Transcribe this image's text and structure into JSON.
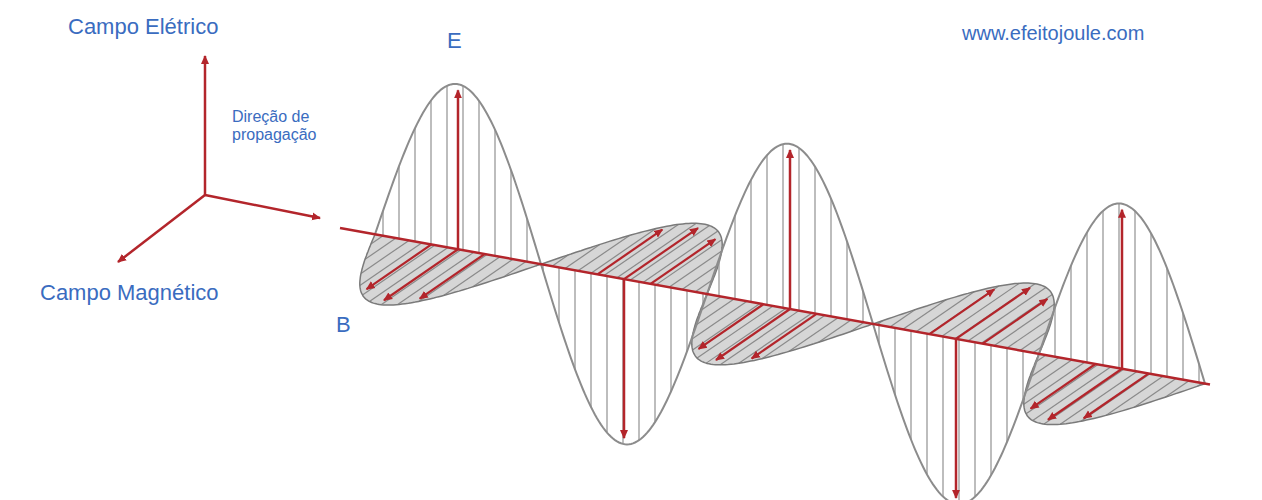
{
  "diagram": {
    "labels": [
      "Campo Elétrico",
      "www.efeitojoule.com",
      "Direção de propagação",
      "E",
      "Campo Magnético",
      "B"
    ]
  }
}
